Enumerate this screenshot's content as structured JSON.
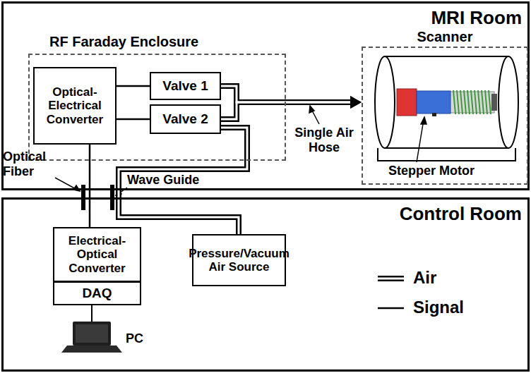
{
  "diagram": {
    "nodes": [
      {
        "text": [
          "MRI Room"
        ]
      },
      {
        "text": [
          "RF Faraday Enclosure"
        ],
        "in": 0
      },
      {
        "text": [
          "Optical-Electrical Converter"
        ],
        "in": 1
      },
      {
        "text": [
          "Valve 1"
        ],
        "in": 1
      },
      {
        "text": [
          "Valve 2"
        ],
        "in": 1
      },
      {
        "text": [
          "Scanner"
        ],
        "in": 0
      },
      {
        "text": [
          "Control Room"
        ]
      },
      {
        "text": [
          "Electrical-Optical Converter"
        ],
        "in": 6
      },
      {
        "text": [
          "DAQ"
        ],
        "in": 6
      },
      {
        "text": [
          "Pressure/Vacuum Air Source"
        ],
        "in": 6
      }
    ],
    "edges": [
      {
        "from": 2,
        "to": 3,
        "arrow": "none"
      },
      {
        "from": 2,
        "to": 4,
        "arrow": "none"
      },
      {
        "from": 3,
        "to": 5,
        "arrow": "to"
      },
      {
        "from": 4,
        "to": 5,
        "arrow": "to"
      },
      {
        "from": 2,
        "to": 7,
        "arrow": "none"
      },
      {
        "from": 4,
        "to": 9,
        "arrow": "none"
      }
    ],
    "labels": [
      "Optical Fiber",
      "Wave Guide",
      "Single Air Hose",
      "Stepper Motor",
      "PC"
    ],
    "legend": [
      {
        "text": "Air"
      },
      {
        "text": "Signal"
      }
    ]
  }
}
